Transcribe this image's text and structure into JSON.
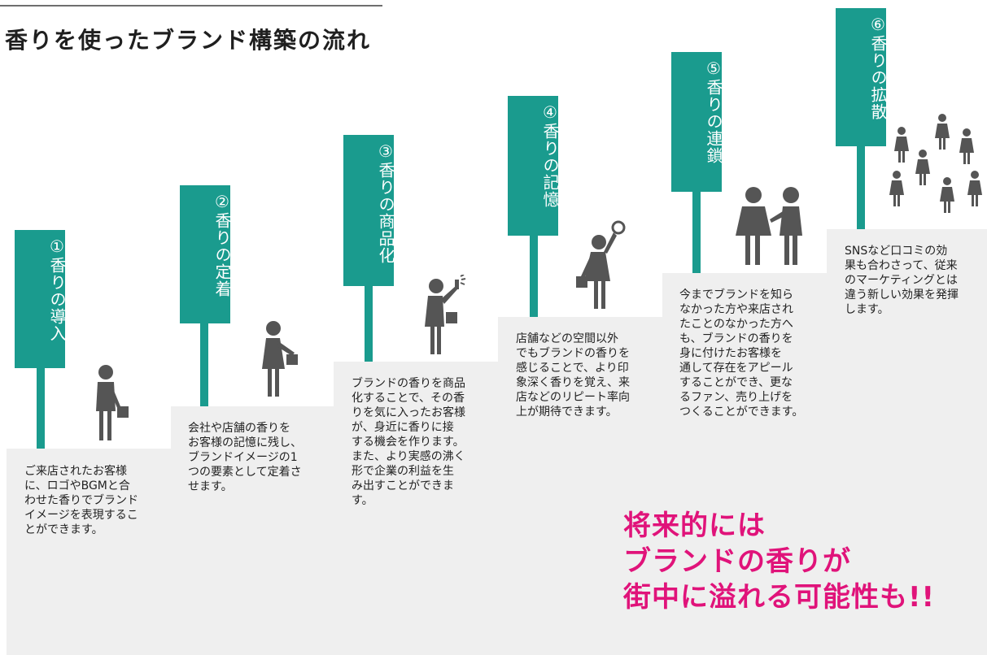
{
  "title": "香りを使ったブランド構築の流れ",
  "colors": {
    "teal": "#1a9b8e",
    "magenta": "#e0137a",
    "step_bg": "#efefef",
    "figure": "#555555"
  },
  "steps": [
    {
      "label": "①香りの導入",
      "text": "ご来店されたお客様\nに、ロゴやBGMと合\nわせた香りでブランド\nイメージを表現するこ\nとができます。"
    },
    {
      "label": "②香りの定着",
      "text": "会社や店舗の香りを\nお客様の記憶に残し、\nブランドイメージの1\nつの要素として定着さ\nせます。"
    },
    {
      "label": "③香りの商品化",
      "text": "ブランドの香りを商品\n化することで、その香\nりを気に入ったお客様\nが、身近に香りに接\nする機会を作ります。\nまた、より実感の沸く\n形で企業の利益を生\nみ出すことができま\nす。"
    },
    {
      "label": "④香りの記憶",
      "text": "店舗などの空間以外\nでもブランドの香りを\n感じることで、より印\n象深く香りを覚え、来\n店などのリピート率向\n上が期待できます。"
    },
    {
      "label": "⑤香りの連鎖",
      "text": "今までブランドを知ら\nなかった方や来店され\nたことのなかった方へ\nも、ブランドの香りを\n身に付けたお客様を\n通して存在をアピール\nすることができ、更な\nるファン、売り上げを\nつくることができます。"
    },
    {
      "label": "⑥香りの拡散",
      "text": "SNSなど口コミの効\n果も合わさって、従来\nのマーケティングとは\n違う新しい効果を発揮\nします。"
    }
  ],
  "cta": {
    "line1": "将来的には",
    "line2": "ブランドの香りが",
    "line3": "街中に溢れる可能性も!!"
  }
}
